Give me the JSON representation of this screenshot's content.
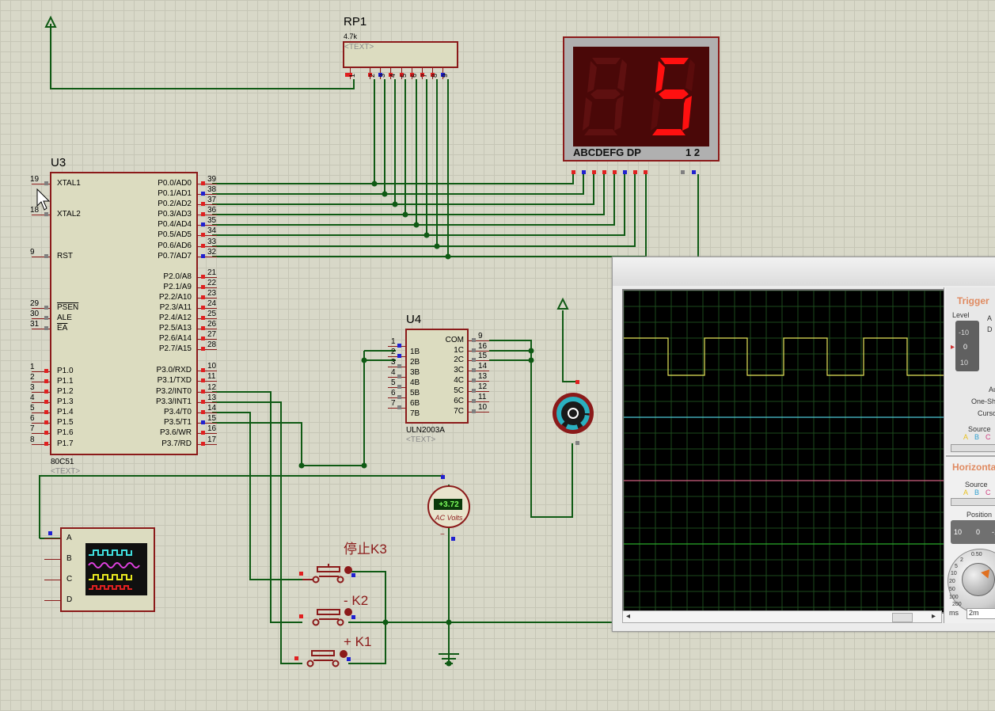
{
  "components": {
    "rp1": {
      "ref": "RP1",
      "value": "4.7k",
      "text": "<TEXT>",
      "pins": [
        "1",
        "2",
        "3",
        "4",
        "5",
        "6",
        "7",
        "8",
        "9"
      ]
    },
    "display": {
      "segments_label": "ABCDEFG  DP",
      "digits_label": "1 2",
      "digit1": "8",
      "digit2": "5"
    },
    "u3": {
      "ref": "U3",
      "part": "80C51",
      "text": "<TEXT>",
      "left_pins": [
        {
          "num": "19",
          "name": "XTAL1"
        },
        {
          "num": "18",
          "name": "XTAL2"
        },
        {
          "num": "9",
          "name": "RST"
        },
        {
          "num": "29",
          "name": "PSEN"
        },
        {
          "num": "30",
          "name": "ALE"
        },
        {
          "num": "31",
          "name": "EA"
        },
        {
          "num": "1",
          "name": "P1.0"
        },
        {
          "num": "2",
          "name": "P1.1"
        },
        {
          "num": "3",
          "name": "P1.2"
        },
        {
          "num": "4",
          "name": "P1.3"
        },
        {
          "num": "5",
          "name": "P1.4"
        },
        {
          "num": "6",
          "name": "P1.5"
        },
        {
          "num": "7",
          "name": "P1.6"
        },
        {
          "num": "8",
          "name": "P1.7"
        }
      ],
      "right_pins": [
        {
          "num": "39",
          "name": "P0.0/AD0"
        },
        {
          "num": "38",
          "name": "P0.1/AD1"
        },
        {
          "num": "37",
          "name": "P0.2/AD2"
        },
        {
          "num": "36",
          "name": "P0.3/AD3"
        },
        {
          "num": "35",
          "name": "P0.4/AD4"
        },
        {
          "num": "34",
          "name": "P0.5/AD5"
        },
        {
          "num": "33",
          "name": "P0.6/AD6"
        },
        {
          "num": "32",
          "name": "P0.7/AD7"
        },
        {
          "num": "21",
          "name": "P2.0/A8"
        },
        {
          "num": "22",
          "name": "P2.1/A9"
        },
        {
          "num": "23",
          "name": "P2.2/A10"
        },
        {
          "num": "24",
          "name": "P2.3/A11"
        },
        {
          "num": "25",
          "name": "P2.4/A12"
        },
        {
          "num": "26",
          "name": "P2.5/A13"
        },
        {
          "num": "27",
          "name": "P2.6/A14"
        },
        {
          "num": "28",
          "name": "P2.7/A15"
        },
        {
          "num": "10",
          "name": "P3.0/RXD"
        },
        {
          "num": "11",
          "name": "P3.1/TXD"
        },
        {
          "num": "12",
          "name": "P3.2/INT0"
        },
        {
          "num": "13",
          "name": "P3.3/INT1"
        },
        {
          "num": "14",
          "name": "P3.4/T0"
        },
        {
          "num": "15",
          "name": "P3.5/T1"
        },
        {
          "num": "16",
          "name": "P3.6/WR"
        },
        {
          "num": "17",
          "name": "P3.7/RD"
        }
      ]
    },
    "u4": {
      "ref": "U4",
      "part": "ULN2003A",
      "text": "<TEXT>",
      "left_pins": [
        {
          "num": "1",
          "name": "1B"
        },
        {
          "num": "2",
          "name": "2B"
        },
        {
          "num": "3",
          "name": "3B"
        },
        {
          "num": "4",
          "name": "4B"
        },
        {
          "num": "5",
          "name": "5B"
        },
        {
          "num": "6",
          "name": "6B"
        },
        {
          "num": "7",
          "name": "7B"
        }
      ],
      "right_pins": [
        {
          "num": "9",
          "name": "COM"
        },
        {
          "num": "16",
          "name": "1C"
        },
        {
          "num": "15",
          "name": "2C"
        },
        {
          "num": "14",
          "name": "3C"
        },
        {
          "num": "13",
          "name": "4C"
        },
        {
          "num": "12",
          "name": "5C"
        },
        {
          "num": "11",
          "name": "6C"
        },
        {
          "num": "10",
          "name": "7C"
        }
      ]
    },
    "voltmeter": {
      "reading": "+3.72",
      "mode": "AC Volts",
      "plus": "+",
      "minus": "−"
    },
    "buttons": {
      "k3": "停止K3",
      "k2": "- K2",
      "k1": "+ K1"
    },
    "scope_symbol": {
      "channels": [
        "A",
        "B",
        "C",
        "D"
      ]
    }
  },
  "oscilloscope": {
    "trigger": {
      "title": "Trigger",
      "level_label": "Level",
      "level_scale": [
        "-10",
        "0",
        "10"
      ],
      "options": [
        "Au",
        "One-Sh",
        "Curso"
      ],
      "source_label": "Source",
      "source_channels": [
        "A",
        "B",
        "C"
      ],
      "side_letters": [
        "A",
        "D"
      ]
    },
    "horizontal": {
      "title": "Horizonta",
      "source_label": "Source",
      "source_channels": [
        "A",
        "B",
        "C"
      ],
      "position_label": "Position",
      "position_scale": [
        "10",
        "0",
        "-1"
      ],
      "dial_values": [
        "0.50",
        "2",
        "5",
        "10",
        "20",
        "50",
        "100",
        "200"
      ],
      "unit": "ms",
      "timebase": "2m"
    },
    "traces": [
      {
        "channel": "A",
        "color": "#e6e65a",
        "kind": "square"
      },
      {
        "channel": "B",
        "color": "#4ec8d8",
        "kind": "flat"
      },
      {
        "channel": "C",
        "color": "#d06080",
        "kind": "flat"
      },
      {
        "channel": "D",
        "color": "#2aa82a",
        "kind": "flat"
      }
    ]
  },
  "colors": {
    "wire": "#0f5a14",
    "body_border": "#8b1a1a",
    "pin_red": "#e02020",
    "pin_blue": "#2020d0",
    "pin_grey": "#808080",
    "seg_on": "#ff1010",
    "seg_off": "#5a0c0c"
  }
}
